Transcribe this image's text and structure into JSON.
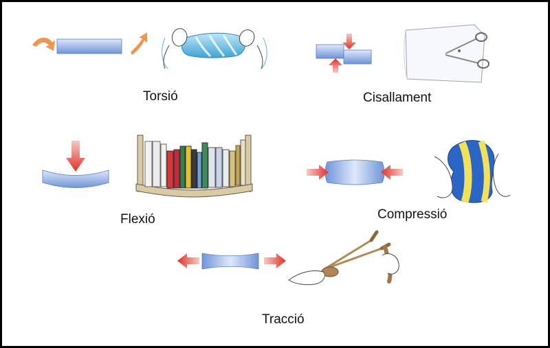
{
  "labels": {
    "torsio": "Torsió",
    "cisallament": "Cisallament",
    "flexio": "Flexió",
    "compressio": "Compressió",
    "traccio": "Tracció"
  },
  "colors": {
    "bar_blue": "#6f95d8",
    "bar_light": "#dfe8fb",
    "arrow_red": "#e0322a",
    "arrow_orange": "#f08a3a",
    "outline": "#333333"
  },
  "icons": [
    "twisting-towel-hands-illustration",
    "scissors-cutting-paper-illustration",
    "bookshelf-sagging-illustration",
    "squeezed-ball-hands-illustration",
    "slingshot-stretch-hands-illustration"
  ]
}
